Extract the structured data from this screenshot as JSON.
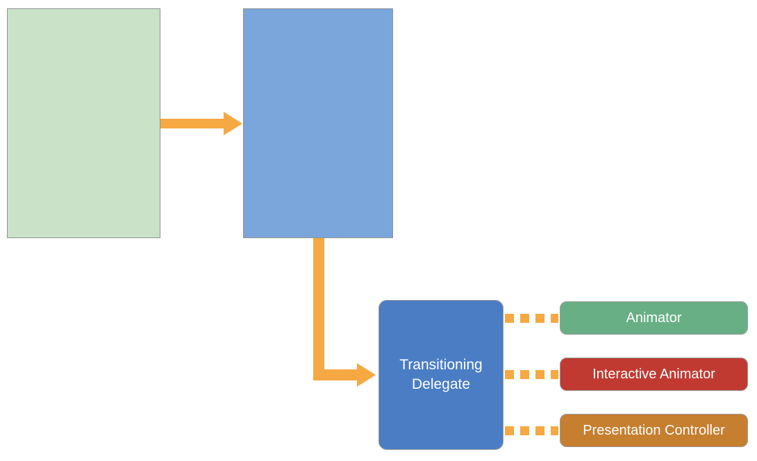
{
  "diagram": {
    "nodes": {
      "green_box": {
        "label": ""
      },
      "blue_box": {
        "label": ""
      },
      "transitioning_delegate": {
        "label": "Transitioning Delegate"
      },
      "animator": {
        "label": "Animator"
      },
      "interactive_animator": {
        "label": "Interactive Animator"
      },
      "presentation_controller": {
        "label": "Presentation Controller"
      }
    },
    "connectors": [
      {
        "from": "green_box",
        "to": "blue_box",
        "style": "solid-arrow"
      },
      {
        "from": "blue_box",
        "to": "transitioning_delegate",
        "style": "solid-elbow-arrow"
      },
      {
        "from": "transitioning_delegate",
        "to": "animator",
        "style": "dashed"
      },
      {
        "from": "transitioning_delegate",
        "to": "interactive_animator",
        "style": "dashed"
      },
      {
        "from": "transitioning_delegate",
        "to": "presentation_controller",
        "style": "dashed"
      }
    ]
  },
  "colors": {
    "green_box_fill": "#c9e2c8",
    "blue_box_fill": "#7ba6db",
    "delegate_fill": "#4a7dc4",
    "animator_fill": "#68af86",
    "interactive_animator_fill": "#c03a31",
    "presentation_controller_fill": "#c67e2f",
    "arrow": "#f6a843",
    "box_border": "#919191"
  }
}
